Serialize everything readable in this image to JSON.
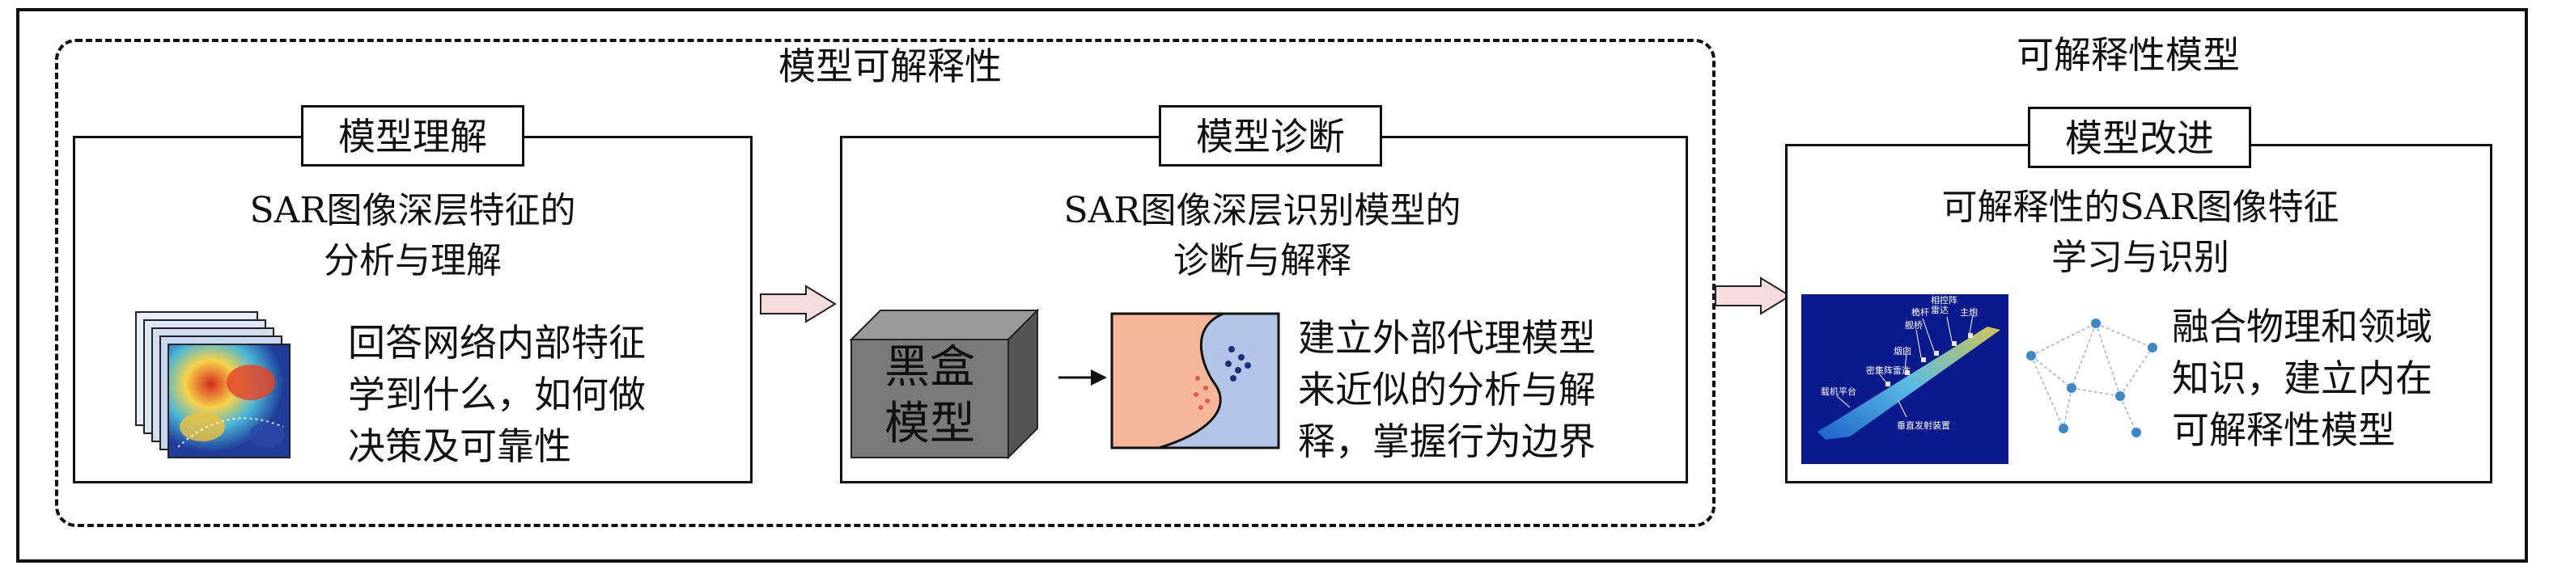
{
  "sections": {
    "interpretability_title": "模型可解释性",
    "interpretable_model_title": "可解释性模型"
  },
  "panels": [
    {
      "tag": "模型理解",
      "title_lines": [
        "SAR图像深层特征的",
        "分析与理解"
      ],
      "body_lines": [
        "回答网络内部特征",
        "学到什么，如何做",
        "决策及可靠性"
      ]
    },
    {
      "tag": "模型诊断",
      "title_lines": [
        "SAR图像深层识别模型的",
        "诊断与解释"
      ],
      "black_box_lines": [
        "黑盒",
        "模型"
      ],
      "body_lines": [
        "建立外部代理模型",
        "来近似的分析与解",
        "释，掌握行为边界"
      ]
    },
    {
      "tag": "模型改进",
      "title_lines": [
        "可解释性的SAR图像特征",
        "学习与识别"
      ],
      "sar_labels": [
        "主炮",
        "相控阵雷达",
        "桅杆",
        "舰桥",
        "烟囱",
        "密集阵雷达",
        "载机平台",
        "垂直发射装置"
      ],
      "body_lines": [
        "融合物理和领域",
        "知识，建立内在",
        "可解释性模型"
      ]
    }
  ],
  "colors": {
    "arrow_fill": "#f6dcdc",
    "decision_left": "#f6b69b",
    "decision_right": "#b3c4e6",
    "black_box": "#7a7a7a"
  }
}
